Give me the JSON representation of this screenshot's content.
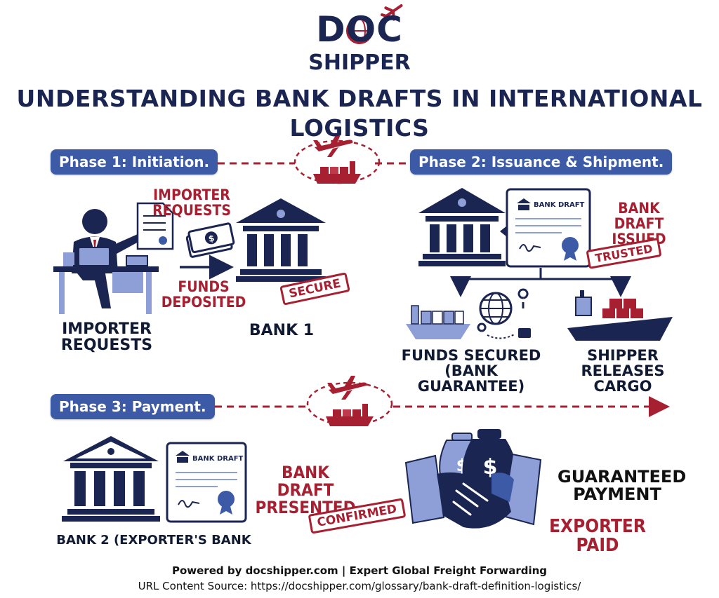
{
  "logo": {
    "top": "DOC",
    "bottom": "SHIPPER"
  },
  "title": "UNDERSTANDING BANK DRAFTS IN INTERNATIONAL LOGISTICS",
  "phase1": {
    "pill": "Phase 1: Initiation.",
    "importer_requests_top": "IMPORTER REQUESTS",
    "funds_deposited": [
      "FUNDS",
      "DEPOSITED"
    ],
    "secure_stamp": "SECURE",
    "importer_label": [
      "IMPORTER",
      "REQUESTS"
    ],
    "bank_label": "BANK 1"
  },
  "phase2": {
    "pill": "Phase 2: Issuance & Shipment.",
    "draft_doc_title": "BANK DRAFT",
    "issued_label": [
      "BANK DRAFT",
      "ISSUED"
    ],
    "trusted_stamp": "TRUSTED",
    "funds_secured": [
      "FUNDS SECURED",
      "(BANK GUARANTEE)"
    ],
    "shipper_releases": [
      "SHIPPER",
      "RELEASES CARGO"
    ]
  },
  "phase3": {
    "pill": "Phase 3: Payment.",
    "draft_doc_title": "BANK DRAFT",
    "presented_label": [
      "BANK DRAFT",
      "PRESENTED"
    ],
    "confirmed_stamp": "CONFIRMED",
    "bank_label": "BANK 2 (EXPORTER'S BANK",
    "guaranteed": [
      "GUARANTEED",
      "PAYMENT"
    ],
    "exporter_paid": "EXPORTER PAID"
  },
  "footer": {
    "powered": "Powered by docshipper.com | Expert Global Freight Forwarding",
    "source": "URL Content Source: https://docshipper.com/glossary/bank-draft-definition-logistics/"
  },
  "colors": {
    "navy": "#1b2552",
    "red": "#a62031",
    "pill": "#3c5aa6",
    "light_blue": "#8e9ed6"
  },
  "icons": [
    "airplane-icon",
    "cargo-ship-icon",
    "bank-icon",
    "document-icon",
    "cash-icon",
    "globe-icon",
    "money-bag-icon",
    "handshake-icon",
    "laptop-icon"
  ]
}
